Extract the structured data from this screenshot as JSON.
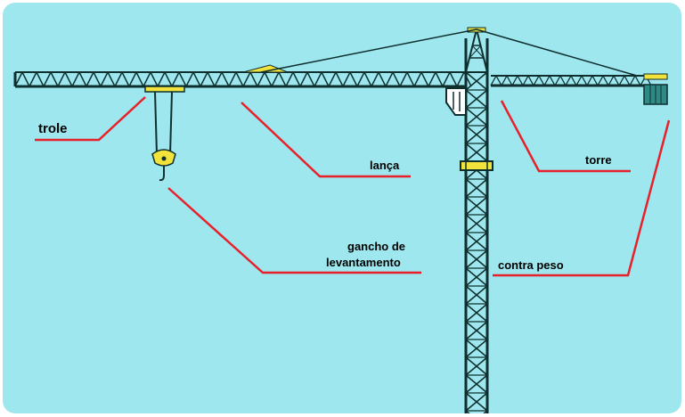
{
  "labels": {
    "trole": "trole",
    "lanca": "lança",
    "torre": "torre",
    "gancho_line1": "gancho de",
    "gancho_line2": "levantamento",
    "contra_peso": "contra peso"
  },
  "colors": {
    "background": "#9ee7ee",
    "structure": "#0f2f2f",
    "leader_lines": "#e8202a",
    "accent": "#f2e23c",
    "counterweight": "#2f8a86"
  }
}
